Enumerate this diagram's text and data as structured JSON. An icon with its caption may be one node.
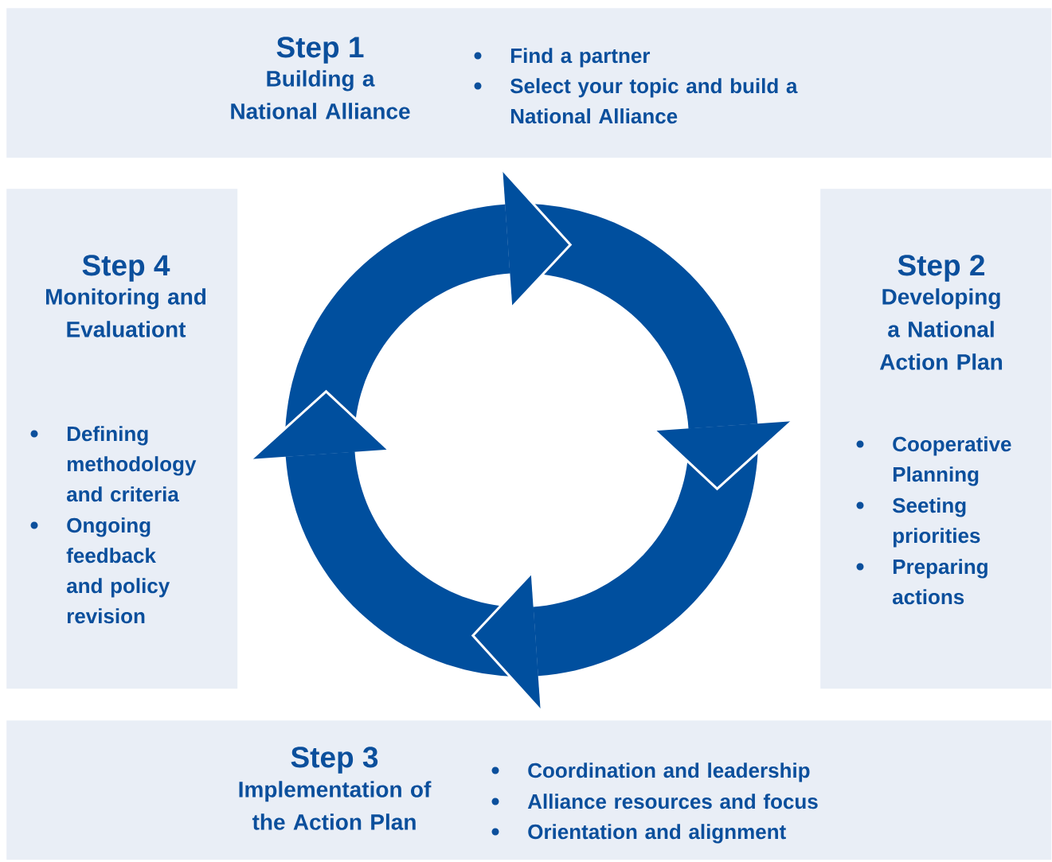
{
  "diagram": {
    "nodes": [
      {
        "text": [
          "Step 1",
          "Building a National Alliance",
          "Find a partner",
          "Select your topic and build a National Alliance"
        ]
      },
      {
        "text": [
          "Step 4",
          "Monitoring and Evaluationt",
          "Defining methodology and criteria",
          "Ongoing feedback and policy revision"
        ]
      },
      {
        "text": [
          "Step 2",
          "Developing a National Action Plan",
          "Cooperative Planning",
          "Seeting priorities",
          "Preparing actions"
        ]
      },
      {
        "text": [
          "Step 3",
          "Implementation of the Action Plan",
          "Coordination and leadership",
          "Alliance resources and focus",
          "Orientation and alignment"
        ]
      }
    ]
  }
}
